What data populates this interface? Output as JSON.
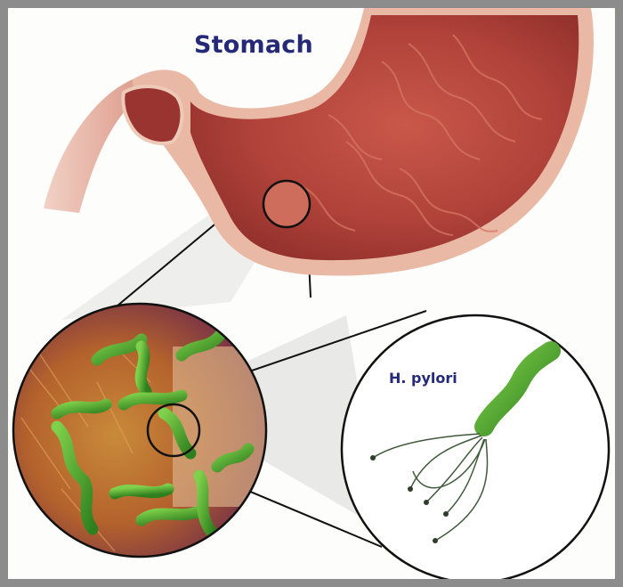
{
  "diagram": {
    "title": "Stomach",
    "callout_label": "H. pylori",
    "elements": [
      {
        "id": "stomach",
        "description": "Cut-away illustration of the stomach showing red inner lining with rugae folds"
      },
      {
        "id": "stomach-callout",
        "description": "Small circle on the stomach lining magnified into a larger circle"
      },
      {
        "id": "lining-magnification",
        "description": "Magnified stomach lining with many green spiral bacteria"
      },
      {
        "id": "bacterium-magnification",
        "description": "Single H. pylori bacterium with flagella, magnified from the lining circle"
      }
    ],
    "colors": {
      "label_text": "#252a78",
      "stomach_lining": "#b8473a",
      "stomach_wall": "#e9b9a5",
      "bacteria": "#4fae2c",
      "frame": "#8c8c8c",
      "background": "#fdfdfb"
    }
  }
}
